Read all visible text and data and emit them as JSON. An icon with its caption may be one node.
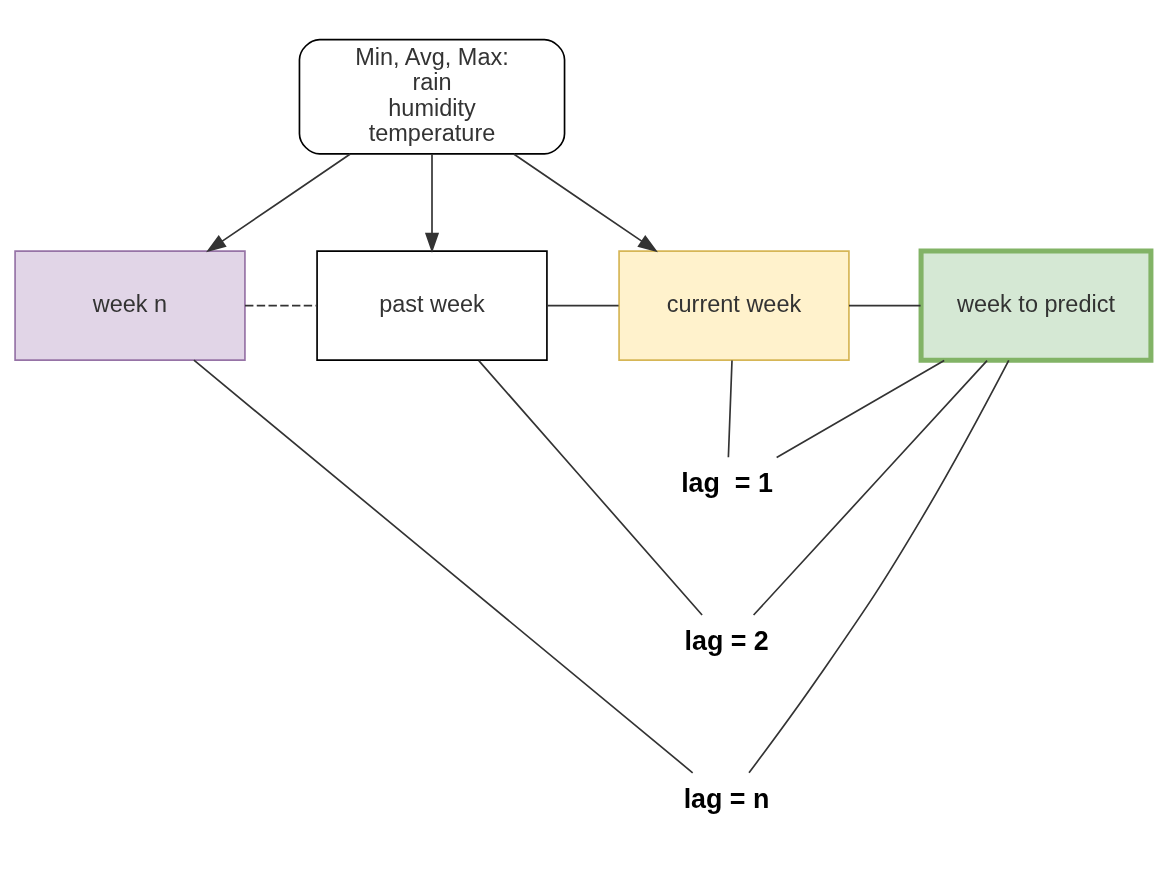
{
  "diagram": {
    "nodes": [
      {
        "text": [
          "Min, Avg, Max:",
          "rain",
          "humidity",
          "temperature"
        ]
      },
      {
        "text": [
          "week n"
        ]
      },
      {
        "text": [
          "past week"
        ]
      },
      {
        "text": [
          "current week"
        ]
      },
      {
        "text": [
          "week to predict"
        ]
      },
      {
        "text": [
          "lag  = 1"
        ]
      },
      {
        "text": [
          "lag = 2"
        ]
      },
      {
        "text": [
          "lag = n"
        ]
      }
    ],
    "edges": [
      {
        "from": 0,
        "to": 1,
        "arrow": "to"
      },
      {
        "from": 0,
        "to": 2,
        "arrow": "to"
      },
      {
        "from": 0,
        "to": 3,
        "arrow": "to"
      },
      {
        "from": 1,
        "to": 2,
        "arrow": "none",
        "style": "dashed"
      },
      {
        "from": 2,
        "to": 3,
        "arrow": "none"
      },
      {
        "from": 3,
        "to": 4,
        "arrow": "none"
      },
      {
        "from": 3,
        "to": 5,
        "arrow": "none"
      },
      {
        "from": 4,
        "to": 5,
        "arrow": "none"
      },
      {
        "from": 2,
        "to": 6,
        "arrow": "none"
      },
      {
        "from": 4,
        "to": 6,
        "arrow": "none"
      },
      {
        "from": 1,
        "to": 7,
        "arrow": "none"
      },
      {
        "from": 4,
        "to": 7,
        "arrow": "none"
      }
    ]
  }
}
